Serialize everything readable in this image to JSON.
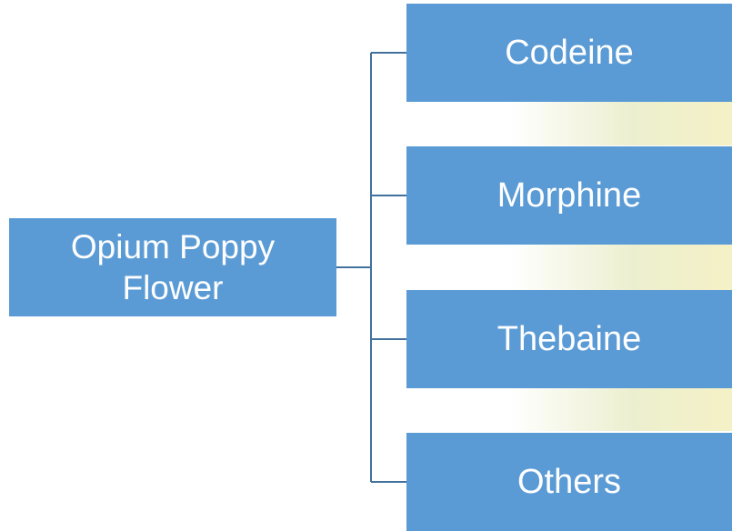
{
  "root": {
    "label_line1": "Opium Poppy",
    "label_line2": "Flower"
  },
  "children": [
    {
      "label": "Codeine"
    },
    {
      "label": "Morphine"
    },
    {
      "label": "Thebaine"
    },
    {
      "label": "Others"
    }
  ],
  "colors": {
    "box_fill": "#5b9bd5",
    "connector": "#41719c",
    "text": "#ffffff"
  }
}
